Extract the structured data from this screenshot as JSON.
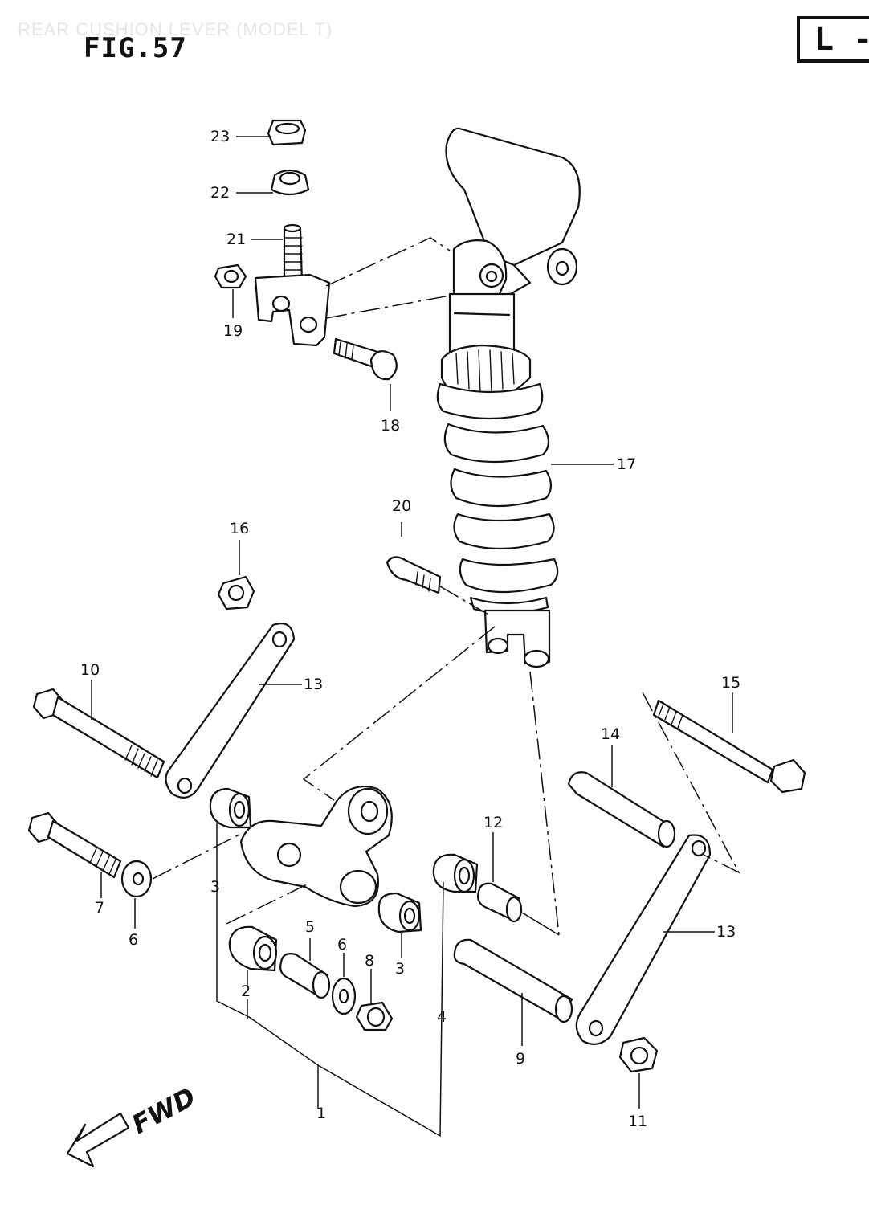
{
  "header": {
    "faint_title": "REAR CUSHION LEVER (MODEL T)",
    "figure": "FIG.57",
    "section_code": "L -"
  },
  "direction_label": "FWD",
  "colors": {
    "ink": "#111111",
    "paper": "#ffffff"
  },
  "callouts": [
    "1",
    "2",
    "3",
    "3",
    "4",
    "5",
    "6",
    "6",
    "7",
    "8",
    "9",
    "10",
    "11",
    "12",
    "13",
    "13",
    "14",
    "15",
    "16",
    "17",
    "18",
    "19",
    "20",
    "21",
    "22",
    "23"
  ]
}
